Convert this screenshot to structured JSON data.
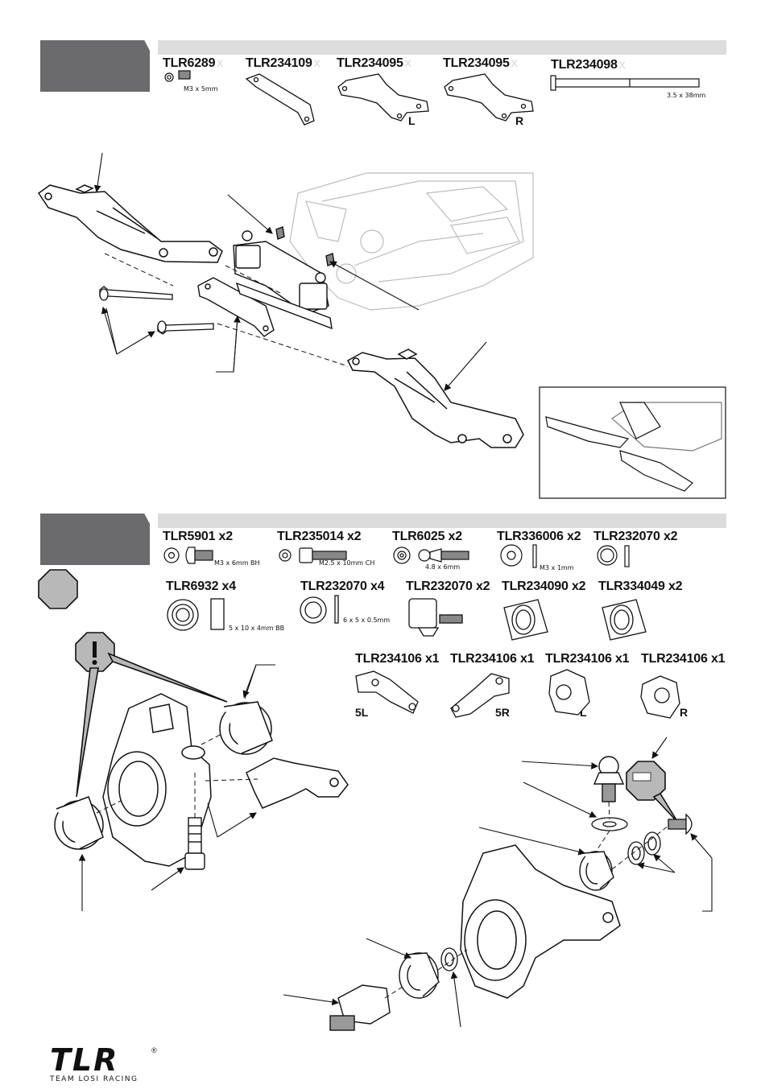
{
  "step1": {
    "parts": [
      {
        "part": "TLR6289",
        "qty": "x",
        "spec": "M3 x 5mm"
      },
      {
        "part": "TLR234109",
        "qty": "x",
        "spec": ""
      },
      {
        "part": "TLR234095",
        "qty": "x",
        "side": "L"
      },
      {
        "part": "TLR234095",
        "qty": "x",
        "side": "R"
      },
      {
        "part": "TLR234098",
        "qty": "x",
        "spec": "3.5 x 38mm"
      }
    ]
  },
  "step2": {
    "row1": [
      {
        "part": "TLR5901 x2",
        "spec": "M3 x 6mm BH"
      },
      {
        "part": "TLR235014 x2",
        "spec": "M2.5 x 10mm CH"
      },
      {
        "part": "TLR6025 x2",
        "spec": "4.8 x 6mm"
      },
      {
        "part": "TLR336006 x2",
        "spec": "M3 x 1mm"
      },
      {
        "part": "TLR232070 x2",
        "spec": ""
      }
    ],
    "row2": [
      {
        "part": "TLR6932 x4",
        "spec": "5 x 10 x 4mm BB"
      },
      {
        "part": "TLR232070 x4",
        "spec": "6 x 5 x 0.5mm"
      },
      {
        "part": "TLR232070 x2",
        "spec": ""
      },
      {
        "part": "TLR234090 x2",
        "spec": ""
      },
      {
        "part": "TLR334049 x2",
        "spec": ""
      }
    ],
    "row3": [
      {
        "part": "TLR234106 x1",
        "side": "5L"
      },
      {
        "part": "TLR234106 x1",
        "side": "5R"
      },
      {
        "part": "TLR234106 x1",
        "side": "L"
      },
      {
        "part": "TLR234106 x1",
        "side": "R"
      }
    ]
  },
  "brand": {
    "logo": "TLR",
    "tagline": "TEAM LOSI RACING",
    "reg": "®"
  },
  "colors": {
    "header_box": "#6b6b6d",
    "header_bar": "#dcdcdc",
    "warning": "#b8b8b8"
  }
}
